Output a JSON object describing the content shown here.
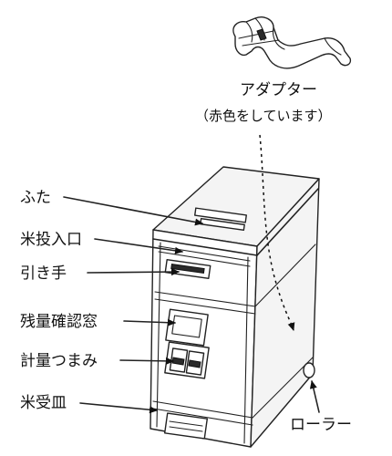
{
  "adapter": {
    "title": "アダプター",
    "note": "（赤色をしています）",
    "highlight_color": "#cc2222"
  },
  "labels": {
    "lid": "ふた",
    "rice_inlet": "米投入口",
    "pull_handle": "引き手",
    "level_window": "残量確認窓",
    "measure_knob": "計量つまみ",
    "rice_tray": "米受皿",
    "roller": "ローラー"
  },
  "colors": {
    "line": "#222222",
    "fill": "#f4f4f4",
    "background": "#ffffff"
  }
}
